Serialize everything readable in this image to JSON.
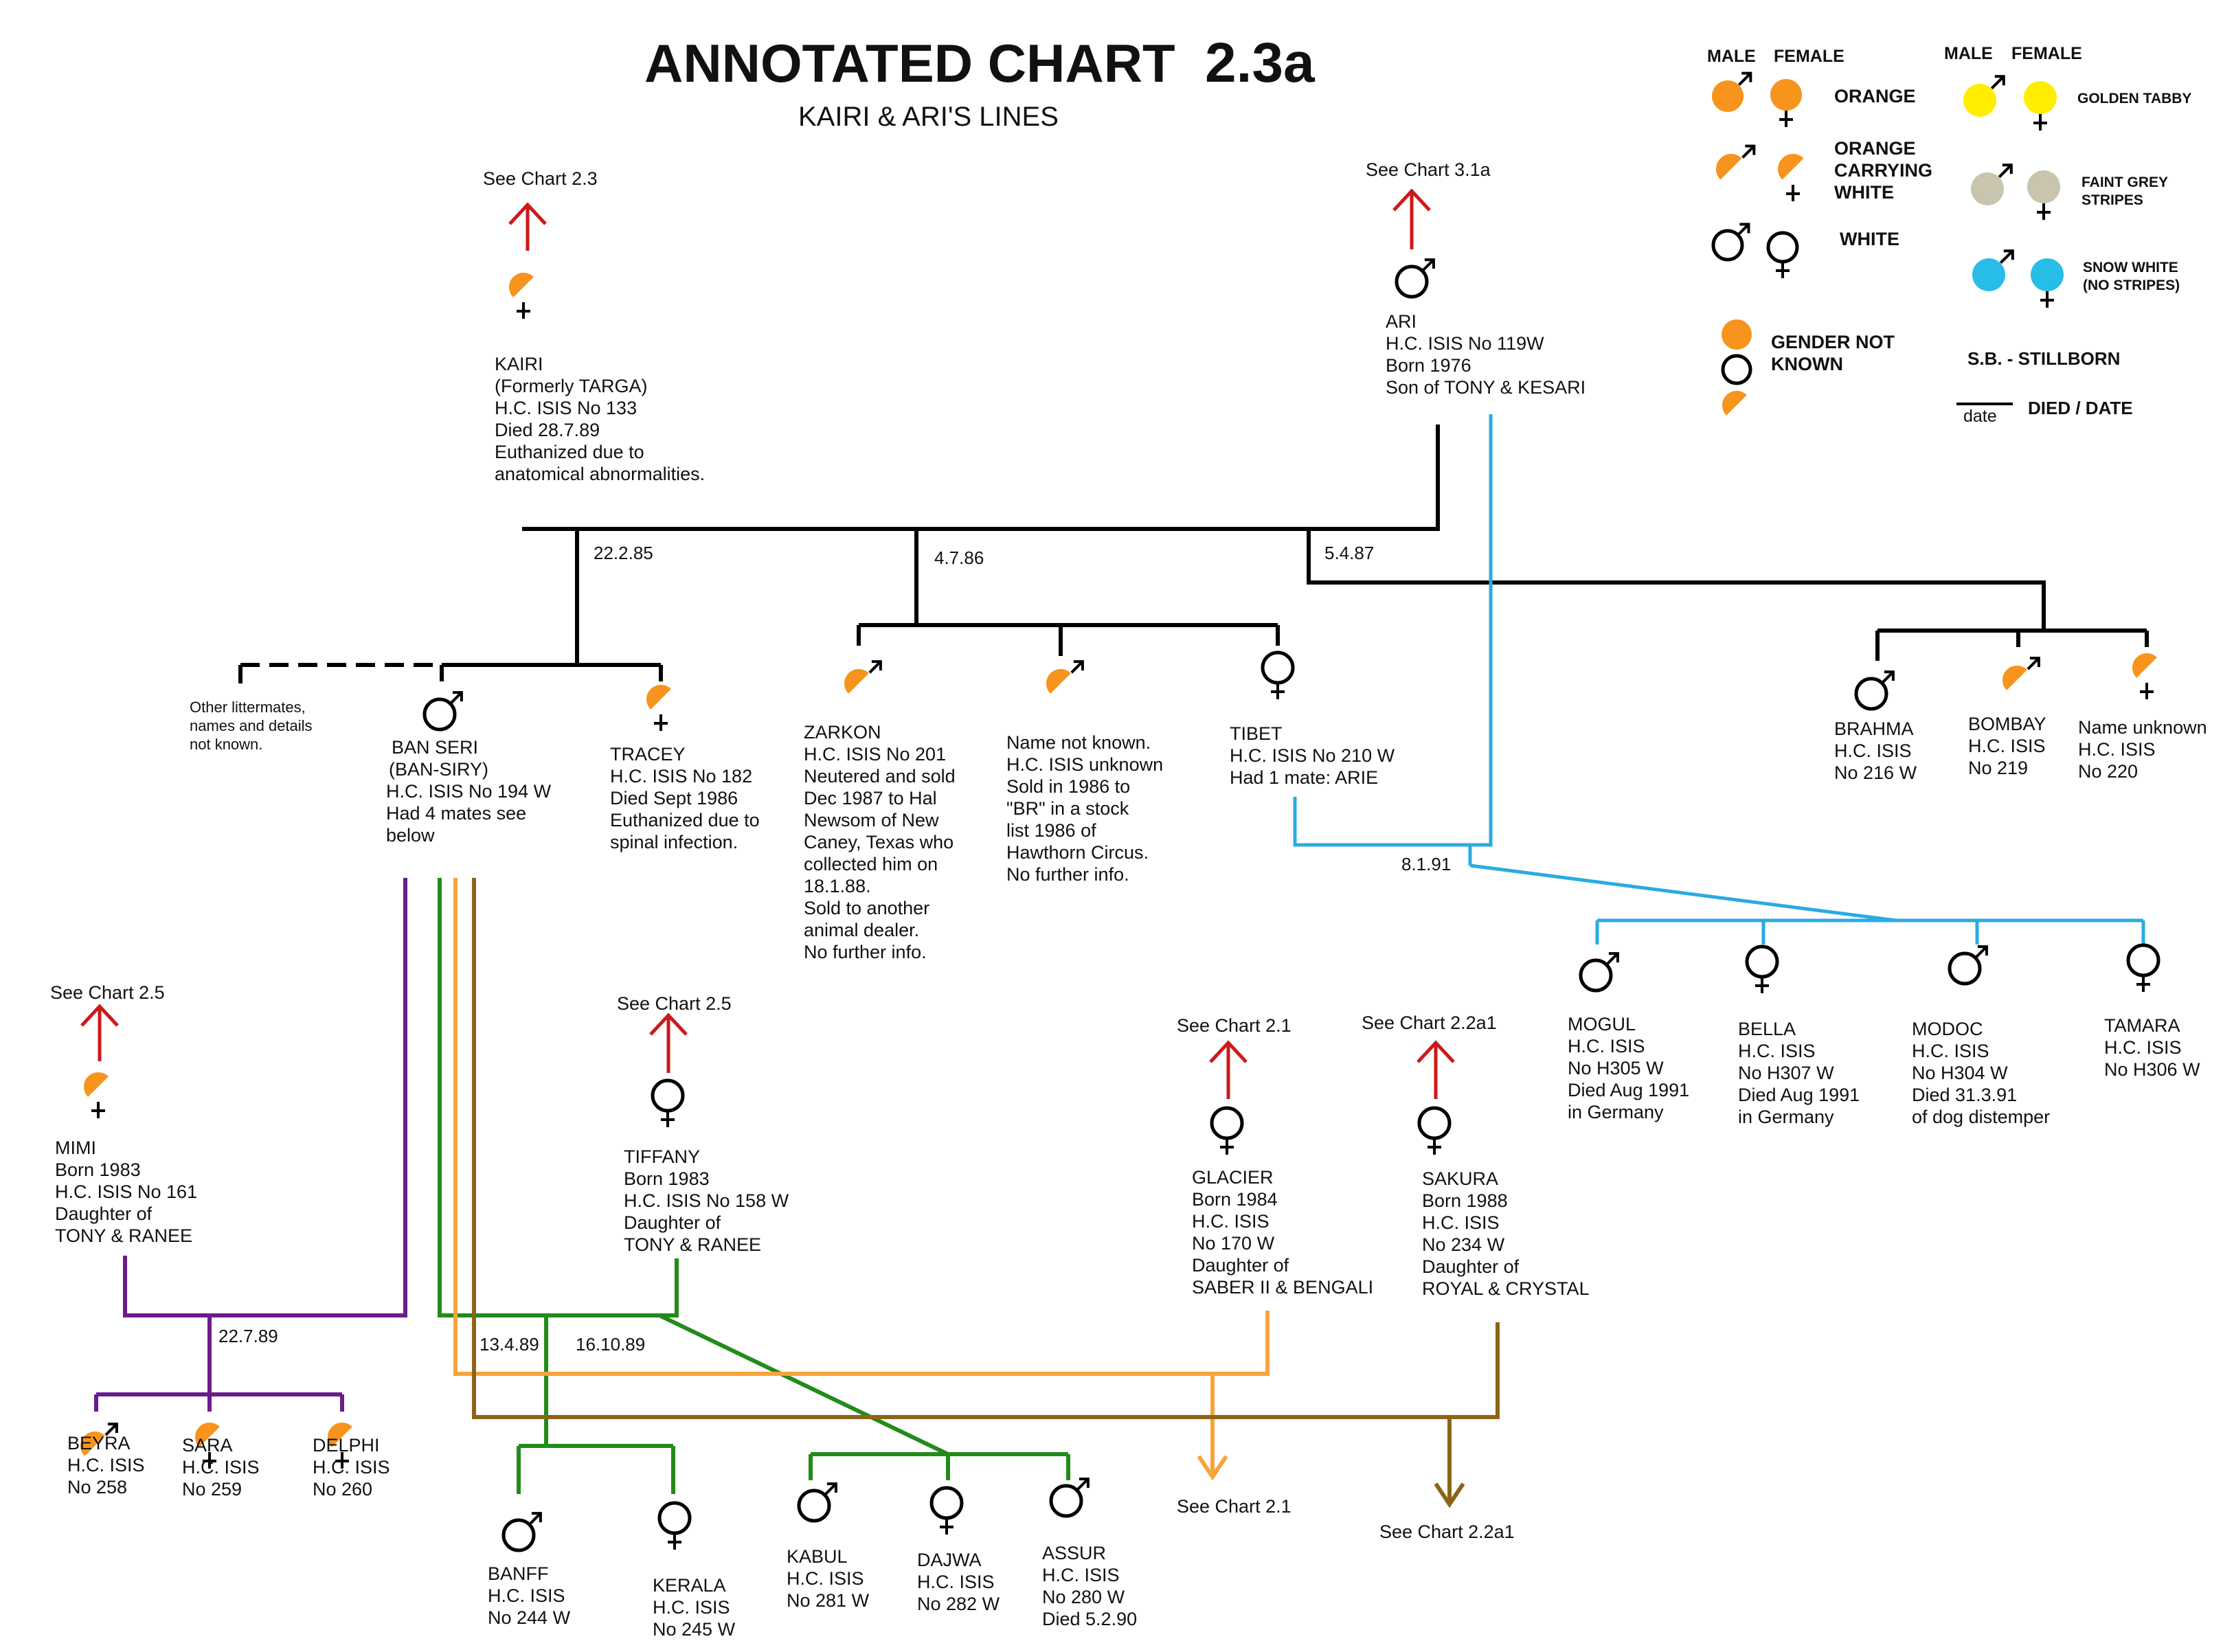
{
  "title": "ANNOTATED CHART",
  "chart_code": "2.3a",
  "subtitle": "KAIRI & ARI'S LINES",
  "colors": {
    "orange": "#f7941d",
    "golden_tabby": "#ffee00",
    "faint_grey": "#c8c4ae",
    "snow_white": "#27bde6",
    "red_arrow": "#cc1a1a",
    "blue_line": "#29abe2",
    "purple_line": "#6b1b8c",
    "green_line": "#238b1a",
    "light_orange_line": "#f7a43a",
    "brown_line": "#8c6418"
  },
  "legend": {
    "male": "MALE",
    "female": "FEMALE",
    "orange": "ORANGE",
    "orange_carrying_white": [
      "ORANGE",
      "CARRYING",
      "WHITE"
    ],
    "white": "WHITE",
    "golden_tabby": "GOLDEN TABBY",
    "faint_grey": [
      "FAINT GREY",
      "STRIPES"
    ],
    "snow_white": [
      "SNOW WHITE",
      "(NO STRIPES)"
    ],
    "gender_not_known": [
      "GENDER NOT",
      "KNOWN"
    ],
    "stillborn": "S.B.  - STILLBORN",
    "date": "date",
    "died_date": "DIED / DATE"
  },
  "refs": {
    "chart23": "See Chart 2.3",
    "chart31a": "See Chart 3.1a",
    "chart25_mimi": "See Chart 2.5",
    "chart25_tiffany": "See Chart 2.5",
    "chart21_glacier": "See Chart 2.1",
    "chart22a1_sakura": "See Chart 2.2a1",
    "chart21_bottom": "See Chart 2.1",
    "chart22a1_bottom": "See Chart 2.2a1"
  },
  "dates": {
    "d1": "22.2.85",
    "d2": "4.7.86",
    "d3": "5.4.87",
    "d4": "8.1.91",
    "d5": "22.7.89",
    "d6": "13.4.89",
    "d7": "16.10.89"
  },
  "other_littermates": [
    "Other littermates,",
    "names and details",
    "not known."
  ],
  "cats": {
    "kairi": [
      "KAIRI",
      "(Formerly TARGA)",
      "H.C. ISIS No 133",
      "Died 28.7.89",
      "Euthanized due to",
      "anatomical abnormalities."
    ],
    "ari": [
      "ARI",
      "H.C. ISIS No 119W",
      "Born 1976",
      "Son of TONY & KESARI"
    ],
    "banseri": [
      "BAN SERI",
      "(BAN-SIRY)",
      "H.C. ISIS No 194 W",
      "Had 4 mates see",
      "below"
    ],
    "tracey": [
      "TRACEY",
      "H.C. ISIS No 182",
      "Died Sept 1986",
      "Euthanized due to",
      "spinal infection."
    ],
    "zarkon": [
      "ZARKON",
      "H.C. ISIS No 201",
      "Neutered and sold",
      "Dec 1987 to Hal",
      "Newsom of New",
      "Caney, Texas who",
      "collected him on",
      "18.1.88.",
      "Sold to another",
      "animal dealer.",
      "No further info."
    ],
    "unknown1": [
      "Name not known.",
      "H.C. ISIS unknown",
      "Sold in 1986 to",
      "\"BR\" in a stock",
      "list 1986 of",
      "Hawthorn Circus.",
      "No further info."
    ],
    "tibet": [
      "TIBET",
      "H.C. ISIS No 210 W",
      "Had 1 mate: ARIE"
    ],
    "brahma": [
      "BRAHMA",
      "H.C. ISIS",
      "No 216 W"
    ],
    "bombay": [
      "BOMBAY",
      "H.C. ISIS",
      "No 219"
    ],
    "nameunknown": [
      "Name unknown",
      "H.C. ISIS",
      "No 220"
    ],
    "mogul": [
      "MOGUL",
      "H.C. ISIS",
      "No H305 W",
      "Died Aug 1991",
      "in Germany"
    ],
    "bella": [
      "BELLA",
      "H.C. ISIS",
      "No H307 W",
      "Died Aug 1991",
      "in Germany"
    ],
    "modoc": [
      "MODOC",
      "H.C. ISIS",
      "No H304 W",
      "Died 31.3.91",
      "of dog distemper"
    ],
    "tamara": [
      "TAMARA",
      "H.C. ISIS",
      "No H306 W"
    ],
    "mimi": [
      "MIMI",
      "Born 1983",
      "H.C. ISIS No 161",
      "Daughter of",
      "TONY & RANEE"
    ],
    "tiffany": [
      "TIFFANY",
      "Born 1983",
      "H.C. ISIS No  158 W",
      "Daughter of",
      "TONY & RANEE"
    ],
    "glacier": [
      "GLACIER",
      "Born 1984",
      "H.C. ISIS",
      "No 170 W",
      "Daughter of",
      "SABER II & BENGALI"
    ],
    "sakura": [
      "SAKURA",
      "Born 1988",
      "H.C. ISIS",
      "No 234 W",
      "Daughter of",
      "ROYAL & CRYSTAL"
    ],
    "beyra": [
      "BEYRA",
      "H.C. ISIS",
      "No 258"
    ],
    "sara": [
      "SARA",
      "H.C. ISIS",
      "No 259"
    ],
    "delphi": [
      "DELPHI",
      "H.C. ISIS",
      "No 260"
    ],
    "banff": [
      "BANFF",
      "H.C. ISIS",
      "No 244 W"
    ],
    "kerala": [
      "KERALA",
      "H.C. ISIS",
      "No 245 W"
    ],
    "kabul": [
      "KABUL",
      "H.C. ISIS",
      "No 281 W"
    ],
    "dajwa": [
      "DAJWA",
      "H.C. ISIS",
      "No 282 W"
    ],
    "assur": [
      "ASSUR",
      "H.C. ISIS",
      "No 280 W",
      "Died 5.2.90"
    ]
  }
}
